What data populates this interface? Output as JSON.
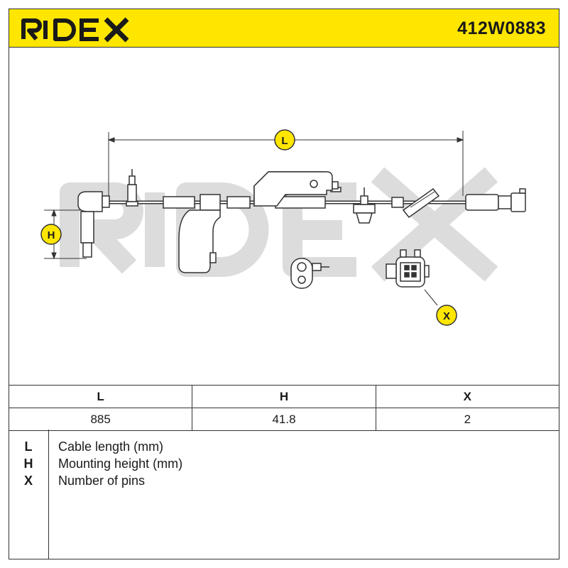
{
  "header": {
    "brand": "RIDEX",
    "part_number": "412W0883",
    "background_color": "#ffe600"
  },
  "diagram": {
    "watermark": "RIDEX",
    "callouts": [
      {
        "key": "L"
      },
      {
        "key": "H"
      },
      {
        "key": "X"
      }
    ]
  },
  "spec_table": {
    "columns": [
      "L",
      "H",
      "X"
    ],
    "values": [
      "885",
      "41.8",
      "2"
    ]
  },
  "legend": [
    {
      "key": "L",
      "text": "Cable length (mm)"
    },
    {
      "key": "H",
      "text": "Mounting height (mm)"
    },
    {
      "key": "X",
      "text": "Number of pins"
    }
  ],
  "colors": {
    "accent": "#ffe600",
    "line": "#333333"
  }
}
